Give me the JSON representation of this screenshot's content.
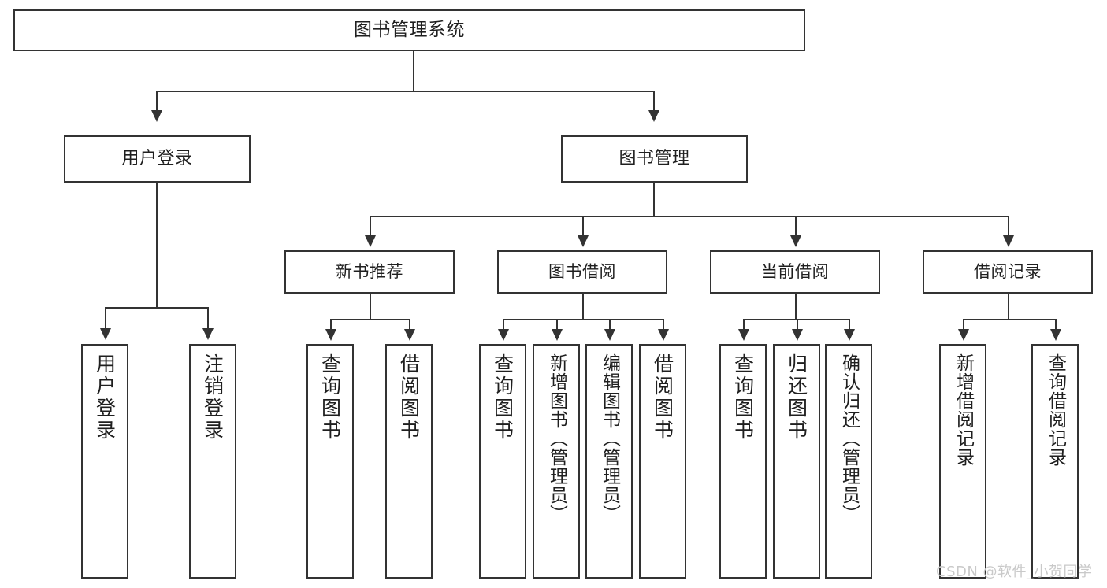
{
  "diagram": {
    "title": "图书管理系统",
    "type": "功能结构图",
    "watermark": "CSDN @软件_小贺同学",
    "colors": {
      "stroke": "#333333",
      "fill": "#ffffff",
      "text": "#1f1f1f",
      "watermark": "#c9c9c9"
    },
    "root": {
      "label": "图书管理系统"
    },
    "level1": [
      {
        "id": "user-login",
        "label": "用户登录"
      },
      {
        "id": "book-manage",
        "label": "图书管理"
      }
    ],
    "level2": [
      {
        "id": "new-book-recommend",
        "label": "新书推荐",
        "parent": "book-manage"
      },
      {
        "id": "book-borrow",
        "label": "图书借阅",
        "parent": "book-manage"
      },
      {
        "id": "current-borrow",
        "label": "当前借阅",
        "parent": "book-manage"
      },
      {
        "id": "borrow-record",
        "label": "借阅记录",
        "parent": "book-manage"
      }
    ],
    "leaves": {
      "user_login": [
        {
          "id": "leaf-user-login",
          "label": "用户登录"
        },
        {
          "id": "leaf-user-logout",
          "label": "注销登录"
        }
      ],
      "new_book_recommend": [
        {
          "id": "leaf-query-book-1",
          "label": "查询图书"
        },
        {
          "id": "leaf-borrow-book-1",
          "label": "借阅图书"
        }
      ],
      "book_borrow": [
        {
          "id": "leaf-query-book-2",
          "label": "查询图书"
        },
        {
          "id": "leaf-add-book",
          "label": "新增图书（管理员）"
        },
        {
          "id": "leaf-edit-book",
          "label": "编辑图书（管理员）"
        },
        {
          "id": "leaf-borrow-book-2",
          "label": "借阅图书"
        }
      ],
      "current_borrow": [
        {
          "id": "leaf-query-book-3",
          "label": "查询图书"
        },
        {
          "id": "leaf-return-book",
          "label": "归还图书"
        },
        {
          "id": "leaf-confirm-return",
          "label": "确认归还（管理员）"
        }
      ],
      "borrow_record": [
        {
          "id": "leaf-add-record",
          "label": "新增借阅记录"
        },
        {
          "id": "leaf-query-record",
          "label": "查询借阅记录"
        }
      ]
    }
  }
}
